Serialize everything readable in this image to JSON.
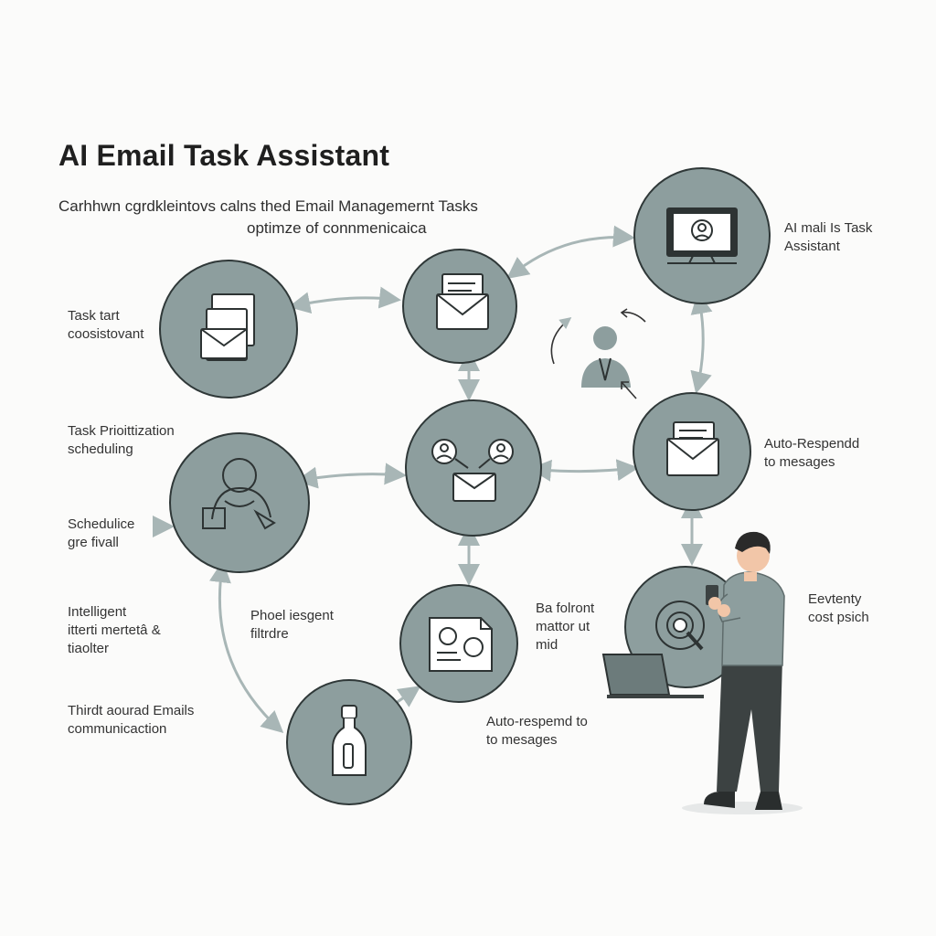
{
  "title": "AI Email Task Assistant",
  "subtitle": {
    "line1": "Carhhwn cgrdkleintovs calns thed Email Managemernt Tasks",
    "line2": "optimze of connmenicaica"
  },
  "labels": {
    "task_tart": "Task tart\ncoosistovant",
    "task_prioritization": "Task Prioittization\nscheduling",
    "schedule": "Schedulice\ngre fivall",
    "intelligent": "Intelligent\nitterti mertetâ &\ntiaolter",
    "thirdt": "Thirdt aourad Emails\ncommunicaction",
    "phoel": "Phoel iesgent\nfiltrdre",
    "ba_folront": "Ba folront\nmattor ut\nmid",
    "auto_respond_bottom": "Auto-respemd to\nto mesages",
    "assistant_top": "AI mali Is Task\nAssistant",
    "auto_respond_right": "Auto-Respendd\nto mesages",
    "eevtenty": "Eevtenty\ncost psich"
  },
  "colors": {
    "node_fill": "#8d9e9e",
    "node_stroke": "#2f3838",
    "arrow": "#a8b6b6",
    "icon_fill": "#ffffff",
    "icon_stroke": "#2d3333",
    "person_skin": "#f2c6a8",
    "person_sweater": "#8d9e9e",
    "person_pants": "#3c4242",
    "person_hair": "#2a2a2a"
  },
  "icons": {
    "node_task_tart": "envelope-documents-icon",
    "node_top_center": "envelope-letter-icon",
    "node_top_right": "monitor-user-icon",
    "node_center": "users-envelope-icon",
    "node_left": "person-stamp-icon",
    "node_right_mid": "envelope-letter-icon",
    "node_bottom_center": "contacts-document-icon",
    "node_bottom_left": "bottle-icon",
    "node_bottom_right": "magnifier-disc-icon",
    "floating_user": "businessman-icon",
    "person": "person-phone-icon",
    "laptop": "laptop-icon"
  }
}
